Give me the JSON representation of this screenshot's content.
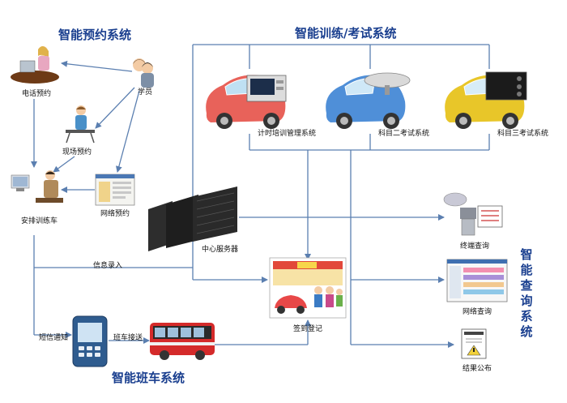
{
  "titles": {
    "reservation": "智能预约系统",
    "training": "智能训练/考试系统",
    "shuttle": "智能班车系统",
    "query": "智能查询系统"
  },
  "labels": {
    "student": "学员",
    "phone": "电话预约",
    "onsite": "现场预约",
    "web_booking": "网络预约",
    "arrange": "安排训练车",
    "info_entry": "信息录入",
    "server": "中心服务器",
    "timer_system": "计时培训管理系统",
    "subject2": "科目二考试系统",
    "subject3": "科目三考试系统",
    "sms": "短信通知",
    "shuttle_pickup": "班车接送",
    "checkin": "签到登记",
    "terminal": "终端查询",
    "web_query": "网络查询",
    "results": "结果公布"
  },
  "colors": {
    "line": "#5b7fb0",
    "title": "#1a3f8f",
    "car_red": "#e8625a",
    "car_blue": "#4f8fd8",
    "car_yellow": "#e8c629",
    "bus_red": "#d42a2a"
  }
}
